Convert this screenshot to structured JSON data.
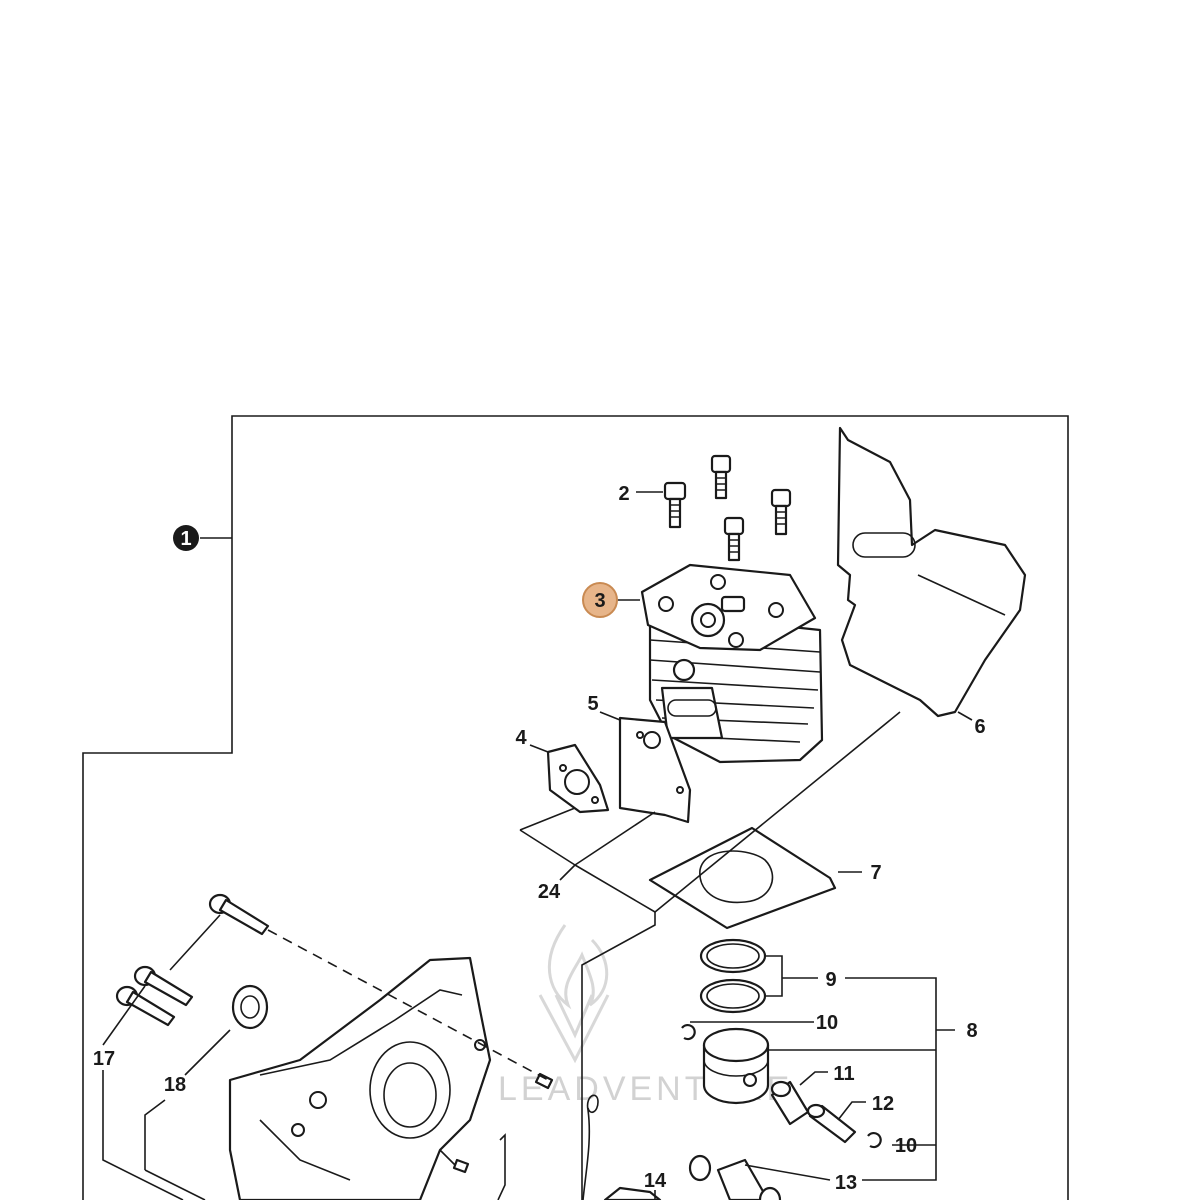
{
  "diagram": {
    "assembly_callout": "1",
    "highlighted_callout": "3",
    "highlight_color": "#e7b58a",
    "highlight_stroke": "#c98a52",
    "watermark": "LEADVENTURE",
    "callouts": {
      "c2": "2",
      "c4": "4",
      "c5": "5",
      "c6": "6",
      "c7": "7",
      "c8": "8",
      "c9": "9",
      "c10a": "10",
      "c10b": "10",
      "c11": "11",
      "c12": "12",
      "c13": "13",
      "c14": "14",
      "c17": "17",
      "c18": "18",
      "c24": "24"
    }
  }
}
